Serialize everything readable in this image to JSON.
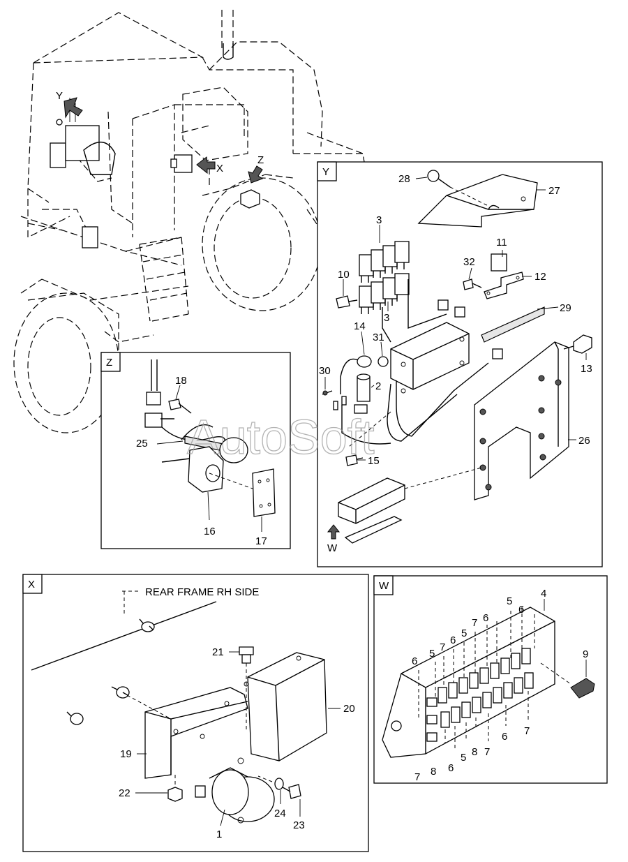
{
  "watermark": "AutoSoft",
  "main_view": {
    "arrow_labels": {
      "y": "Y",
      "x": "X",
      "z": "Z"
    }
  },
  "panel_y": {
    "title": "Y",
    "view_arrow": "W",
    "callouts": {
      "2": "2",
      "3a": "3",
      "3b": "3",
      "10": "10",
      "11": "11",
      "12": "12",
      "13": "13",
      "14": "14",
      "15": "15",
      "26": "26",
      "27": "27",
      "28": "28",
      "29": "29",
      "30": "30",
      "31": "31",
      "32": "32"
    }
  },
  "panel_z": {
    "title": "Z",
    "callouts": {
      "16": "16",
      "17": "17",
      "18": "18",
      "25": "25"
    }
  },
  "panel_x": {
    "title": "X",
    "note": "REAR FRAME RH SIDE",
    "callouts": {
      "1": "1",
      "19": "19",
      "20": "20",
      "21": "21",
      "22": "22",
      "23": "23",
      "24": "24"
    }
  },
  "panel_w": {
    "title": "W",
    "callouts": {
      "4": "4",
      "9": "9",
      "t6a": "6",
      "t5a": "5",
      "t7a": "7",
      "t6b": "6",
      "t5b": "5",
      "t7b": "7",
      "t6c": "6",
      "t5c": "5",
      "t6d": "6",
      "b7a": "7",
      "b8a": "8",
      "b6a": "6",
      "b5a": "5",
      "b8b": "8",
      "b7b": "7",
      "b6b": "6",
      "b7c": "7"
    }
  }
}
